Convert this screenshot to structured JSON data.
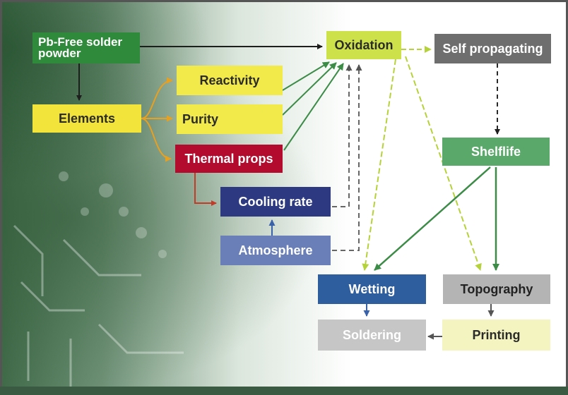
{
  "nodes": {
    "pb_free_line1": "Pb-Free solder",
    "pb_free_line2": "powder",
    "elements": "Elements",
    "reactivity": "Reactivity",
    "purity": "Purity",
    "thermal_props": "Thermal props",
    "cooling_rate": "Cooling rate",
    "atmosphere": "Atmosphere",
    "oxidation": "Oxidation",
    "self_propagating": "Self propagating",
    "shelflife": "Shelflife",
    "wetting": "Wetting",
    "topography": "Topography",
    "soldering": "Soldering",
    "printing": "Printing"
  },
  "colors": {
    "green_dark": "#2f8a3b",
    "yellow": "#f2e43a",
    "orange_arrow": "#e8a020",
    "crimson": "#b30b2e",
    "navy": "#2d3a82",
    "periwinkle": "#6a7fb8",
    "lime": "#cde14a",
    "gray_dark": "#6e6e6e",
    "green_mid": "#5aa86a",
    "blue": "#2f5e9e",
    "gray_light": "#b4b4b4",
    "cream": "#f3f4bf"
  }
}
